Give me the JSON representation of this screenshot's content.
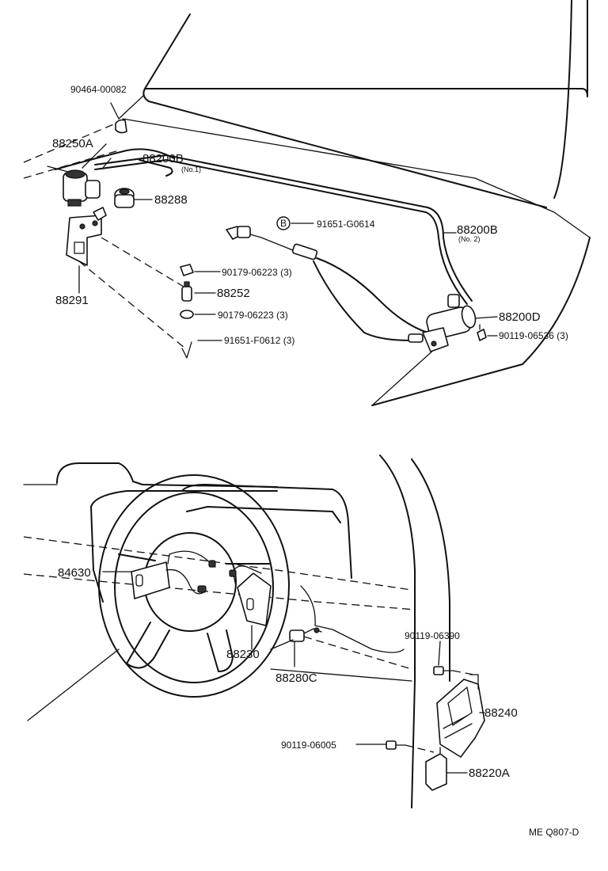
{
  "labels": {
    "p90464_00082": "90464-00082",
    "p88250A": "88250A",
    "p88200B_1": "88200B",
    "no1": "(No.1)",
    "p88288": "88288",
    "p88291": "88291",
    "p91651_G0614": "91651-G0614",
    "circle_b": "B",
    "p88200B_2": "88200B",
    "no2": "(No. 2)",
    "p90179_06223_a": "90179-06223 (3)",
    "p88252": "88252",
    "p90179_06223_b": "90179-06223 (3)",
    "p91651_F0612": "91651-F0612 (3)",
    "p88200D": "88200D",
    "p90119_06536": "90119-06536 (3)",
    "p84630": "84630",
    "p88230": "88230",
    "p88280C": "88280C",
    "p90119_06390": "90119-06390",
    "p88240": "88240",
    "p90119_06005": "90119-06005",
    "p88220A": "88220A",
    "figure_code": "ME Q807-D"
  }
}
